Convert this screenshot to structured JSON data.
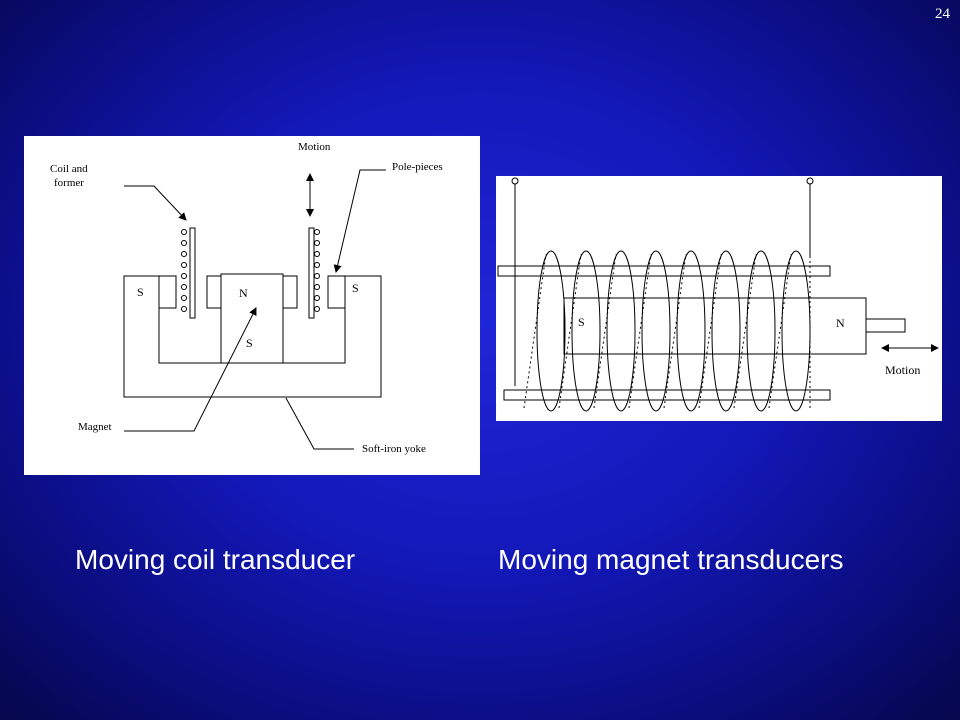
{
  "slide": {
    "number": "24"
  },
  "moving_coil": {
    "caption": "Moving coil transducer",
    "labels": {
      "coil_and": "Coil and",
      "former": "former",
      "motion": "Motion",
      "pole_pieces": "Pole-pieces",
      "s_left": "S",
      "n_center": "N",
      "s_center": "S",
      "s_right": "S",
      "magnet": "Magnet",
      "soft_iron_yoke": "Soft-iron yoke"
    }
  },
  "moving_magnet": {
    "caption": "Moving magnet transducers",
    "labels": {
      "s": "S",
      "n": "N",
      "motion": "Motion"
    }
  }
}
